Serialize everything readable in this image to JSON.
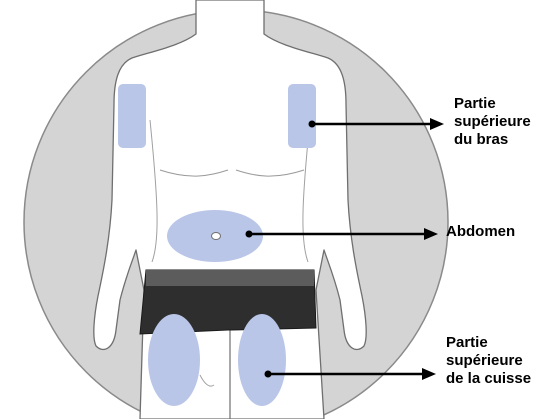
{
  "colors": {
    "circle_fill": "#d4d4d4",
    "circle_stroke": "#8a8a8a",
    "body_fill": "#ffffff",
    "body_stroke": "#6f6f6f",
    "zone_fill": "#b9c6e8",
    "shorts_fill": "#2e2e2e",
    "arrow": "#000000"
  },
  "zones": {
    "upper_arm": {
      "label_lines": [
        "Partie",
        "supérieure",
        "du bras"
      ]
    },
    "abdomen": {
      "label_lines": [
        "Abdomen"
      ]
    },
    "upper_thigh": {
      "label_lines": [
        "Partie",
        "supérieure",
        "de la cuisse"
      ]
    }
  }
}
